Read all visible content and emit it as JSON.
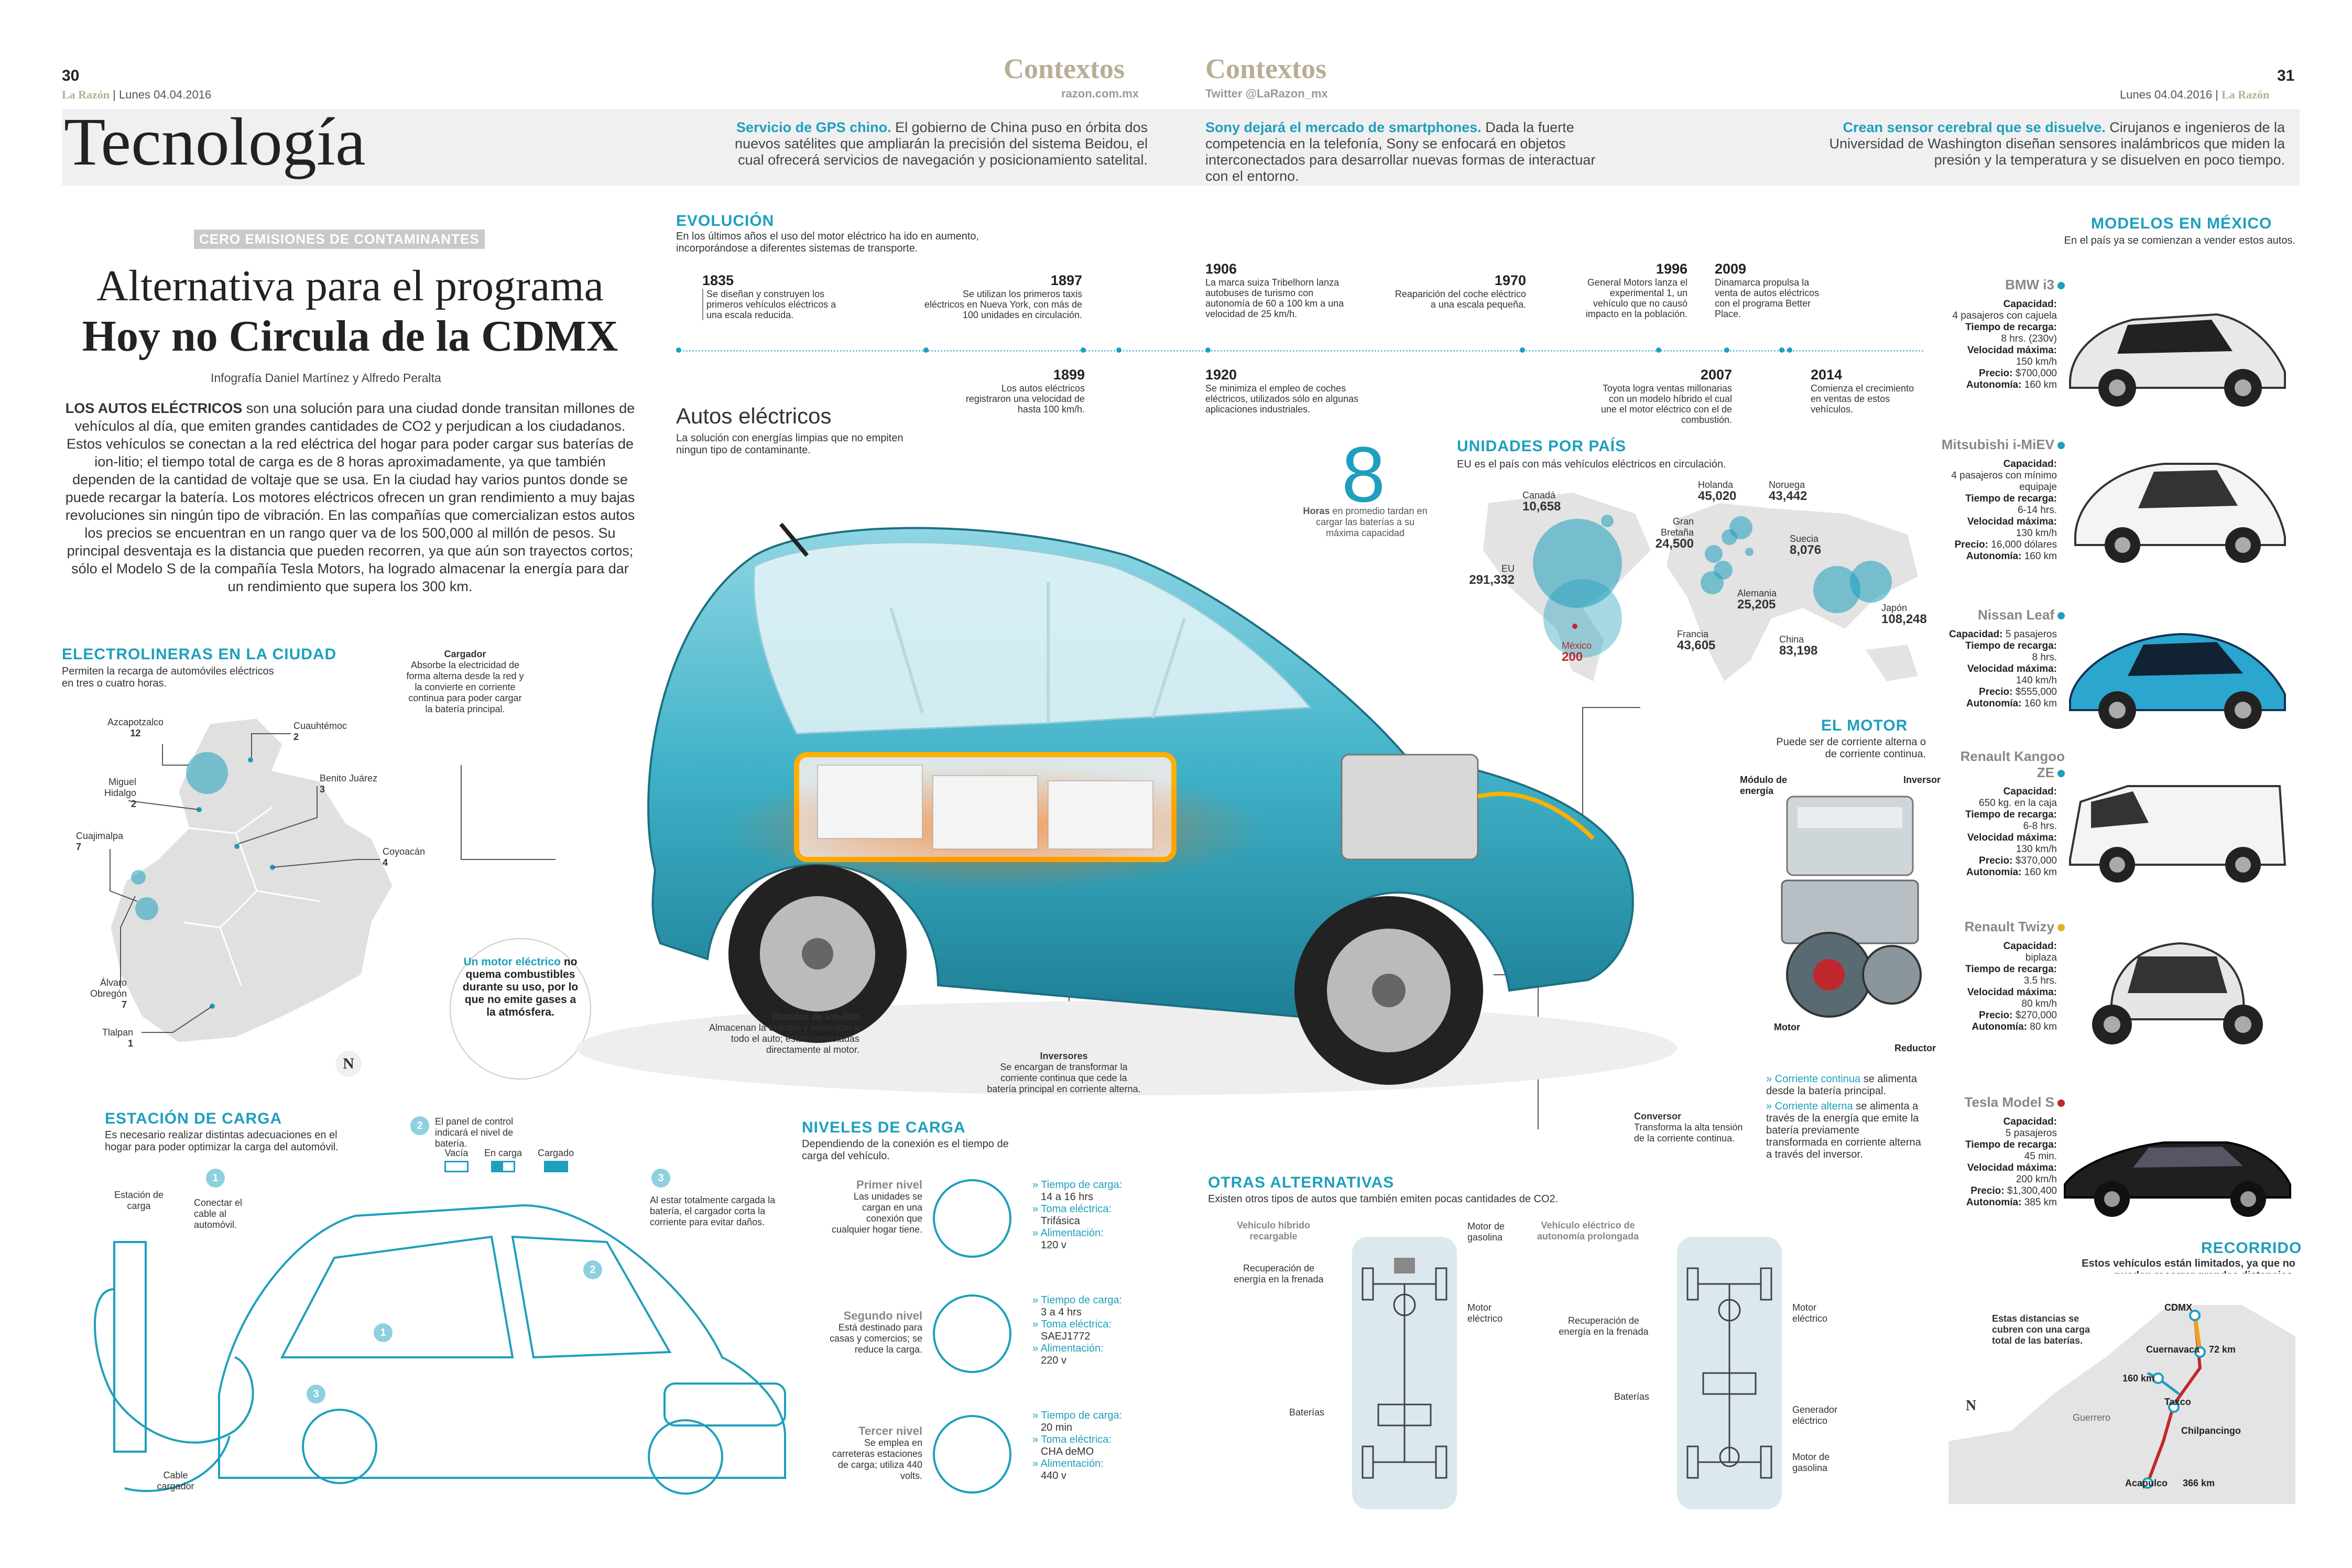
{
  "header": {
    "page_left": "30",
    "page_right": "31",
    "brand": "La Razón",
    "date": "Lunes 04.04.2016",
    "contextos": "Contextos",
    "site": "razon.com.mx",
    "twitter": "Twitter @LaRazon_mx",
    "section": "Tecnología",
    "news": [
      {
        "title": "Servicio de GPS chino.",
        "text": "El gobierno de China puso en órbita dos nuevos satélites que ampliarán la precisión del sistema Beidou, el cual ofrecerá servicios de navegación y posicionamiento satelital."
      },
      {
        "title": "Sony dejará el mercado de smartphones.",
        "text": "Dada la fuerte competencia en la telefonía, Sony se enfocará en objetos interconectados para desarrollar nuevas formas de interactuar con el entorno."
      },
      {
        "title": "Crean sensor cerebral que se disuelve.",
        "text": "Cirujanos e ingenieros de la Universidad de Washington diseñan sensores inalámbricos que miden la presión y la temperatura y se disuelven en poco tiempo."
      }
    ]
  },
  "article": {
    "kicker": "CERO EMISIONES DE CONTAMINANTES",
    "title_line1": "Alternativa para el programa",
    "title_line2": "Hoy no Circula de la CDMX",
    "credits": "Infografía Daniel Martínez y Alfredo Peralta",
    "lead": "LOS AUTOS ELÉCTRICOS",
    "body": "son una solución para una ciudad donde transitan millones de vehículos al día, que emiten grandes cantidades de CO2 y perjudican a los ciudadanos. Estos vehículos se conectan a la red eléctrica del hogar para poder cargar sus baterías de ion-litio; el tiempo total de carga es de 8 horas aproximadamente, ya que también dependen de la cantidad de voltaje que se usa. En la ciudad hay varios puntos donde se puede recargar la batería. Los motores eléctricos ofrecen un gran rendimiento a muy bajas revoluciones sin ningún tipo de vibración. En las compañías que comercializan estos autos los precios se encuentran en un rango quer va de los 500,000 al millón de pesos. Su principal desventaja es la distancia que pueden recorren, ya que aún son trayectos cortos; sólo el Modelo S de la compañía Tesla Motors, ha logrado almacenar la energía para dar un rendimiento que supera los 300 km."
  },
  "electrolineras": {
    "title": "ELECTROLINERAS EN LA CIUDAD",
    "subtitle": "Permiten la recarga de automóviles eléctricos en tres o cuatro horas.",
    "items": [
      {
        "name": "Azcapotzalco",
        "count": "12"
      },
      {
        "name": "Cuauhtémoc",
        "count": "2"
      },
      {
        "name": "Miguel Hidalgo",
        "count": "2"
      },
      {
        "name": "Benito Juárez",
        "count": "3"
      },
      {
        "name": "Cuajimalpa",
        "count": "7"
      },
      {
        "name": "Coyoacán",
        "count": "4"
      },
      {
        "name": "Álvaro Obregón",
        "count": "7"
      },
      {
        "name": "Tlalpan",
        "count": "1"
      }
    ],
    "north": "N"
  },
  "motor_callout": {
    "title": "Un motor eléctrico",
    "text": "no quema combustibles durante su uso, por lo que no emite gases a la atmósfera."
  },
  "cargador": {
    "title": "Cargador",
    "text": "Absorbe la electricidad de forma alterna desde la red y la convierte en corriente continua para poder cargar la batería principal."
  },
  "evolucion": {
    "title": "EVOLUCIÓN",
    "subtitle": "En los últimos años el uso del motor eléctrico ha ido en aumento, incorporándose a diferentes sistemas de transporte.",
    "top": [
      {
        "year": "1835",
        "text": "Se diseñan y construyen los primeros vehículos eléctricos a una escala reducida."
      },
      {
        "year": "1897",
        "text": "Se utilizan los primeros taxis eléctricos en Nueva York, con más de 100 unidades en circulación."
      },
      {
        "year": "1906",
        "text": "La marca suiza Tribelhorn lanza autobuses de turismo con autonomía de 60 a 100 km a una velocidad de 25 km/h."
      },
      {
        "year": "1970",
        "text": "Reaparición del coche eléctrico a una escala pequeña."
      },
      {
        "year": "1996",
        "text": "General Motors lanza el experimental 1, un vehículo que no causó impacto en la población."
      },
      {
        "year": "2009",
        "text": "Dinamarca propulsa la venta de autos eléctricos con el programa Better Place."
      }
    ],
    "bottom": [
      {
        "year": "1899",
        "text": "Los autos eléctricos registraron una velocidad de hasta 100 km/h."
      },
      {
        "year": "1920",
        "text": "Se minimiza el empleo de coches eléctricos, utilizados sólo en algunas aplicaciones industriales."
      },
      {
        "year": "2007",
        "text": "Toyota logra ventas millonarias con un modelo híbrido el cual une el motor eléctrico con el de combustión."
      },
      {
        "year": "2014",
        "text": "Comienza el crecimiento en ventas de estos vehículos."
      }
    ]
  },
  "autos": {
    "title": "Autos eléctricos",
    "text": "La solución con energías limpias que no empiten ningun tipo de contaminante."
  },
  "horas": {
    "value": "8",
    "label": "Horas",
    "text": "en promedio tardan en cargar las baterías a su máxima capacidad"
  },
  "unidades": {
    "title": "UNIDADES POR PAÍS",
    "subtitle": "EU es el país con más vehículos eléctricos en circulación.",
    "countries": [
      {
        "name": "Canadá",
        "value": "10,658"
      },
      {
        "name": "EU",
        "value": "291,332"
      },
      {
        "name": "México",
        "value": "200"
      },
      {
        "name": "Holanda",
        "value": "45,020"
      },
      {
        "name": "Noruega",
        "value": "43,442"
      },
      {
        "name": "Gran Bretaña",
        "value": "24,500"
      },
      {
        "name": "Suecia",
        "value": "8,076"
      },
      {
        "name": "Alemania",
        "value": "25,205"
      },
      {
        "name": "Francia",
        "value": "43,605"
      },
      {
        "name": "China",
        "value": "83,198"
      },
      {
        "name": "Japón",
        "value": "108,248"
      }
    ]
  },
  "el_motor": {
    "title": "EL MOTOR",
    "subtitle": "Puede ser de corriente alterna o de corriente continua.",
    "labels": {
      "modulo": "Módulo de energía",
      "inversor": "Inversor",
      "motor": "Motor",
      "reductor": "Reductor"
    },
    "cc_title": "» Corriente continua",
    "cc_text": "se alimenta desde la batería principal.",
    "ca_title": "» Corriente alterna",
    "ca_text": "se alimenta a través de la energía que emite la batería previamente transformada en corriente alterna a través del inversor."
  },
  "car_labels": {
    "baterias_title": "Baterías de ion-litio",
    "baterias_text": "Almacenan la energía y alimentan a todo el auto; están conectadas directamente al motor.",
    "inversores_title": "Inversores",
    "inversores_text": "Se encargan de transformar la corriente continua que cede la batería principal en corriente alterna.",
    "conversor_title": "Conversor",
    "conversor_text": "Transforma la alta tensión de la corriente continua."
  },
  "estacion": {
    "title": "ESTACIÓN DE CARGA",
    "subtitle": "Es necesario realizar distintas adecuaciones en el hogar para poder optimizar la carga del automóvil.",
    "step1": "Conectar el cable al automóvil.",
    "step2": "El panel de control indicará el nivel de batería.",
    "step3": "Al estar totalmente cargada la batería, el cargador corta la corriente para evitar daños.",
    "estacion_label": "Estación de carga",
    "cable_label": "Cable cargador",
    "states": [
      "Vacía",
      "En carga",
      "Cargado"
    ],
    "nums": [
      "1",
      "2",
      "3"
    ]
  },
  "niveles": {
    "title": "NIVELES DE CARGA",
    "subtitle": "Dependiendo de la conexión es el tiempo de carga del vehículo.",
    "levels": [
      {
        "name": "Primer nivel",
        "desc": "Las unidades se cargan en una conexión que cualquier hogar tiene.",
        "k1": "» Tiempo de carga:",
        "v1": "14 a 16 hrs",
        "k2": "» Toma eléctrica:",
        "v2": "Trifásica",
        "k3": "» Alimentación:",
        "v3": "120 v"
      },
      {
        "name": "Segundo nivel",
        "desc": "Está destinado para casas y comercios; se reduce la carga.",
        "k1": "» Tiempo de carga:",
        "v1": "3 a 4 hrs",
        "k2": "» Toma eléctrica:",
        "v2": "SAEJ1772",
        "k3": "» Alimentación:",
        "v3": "220 v"
      },
      {
        "name": "Tercer nivel",
        "desc": "Se emplea en carreteras estaciones de carga; utiliza 440 volts.",
        "k1": "» Tiempo de carga:",
        "v1": "20 min",
        "k2": "» Toma eléctrica:",
        "v2": "CHA deMO",
        "k3": "» Alimentación:",
        "v3": "440 v"
      }
    ]
  },
  "otras": {
    "title": "OTRAS ALTERNATIVAS",
    "subtitle": "Existen otros tipos de autos que también emiten pocas cantidades de CO2.",
    "hibrido": {
      "title": "Vehículo híbrido recargable",
      "motor_gas": "Motor de gasolina",
      "recuperacion": "Recuperación de energía en la frenada",
      "motor_el": "Motor eléctrico",
      "baterias": "Baterías"
    },
    "extendido": {
      "title": "Vehículo eléctrico de autonomía prolongada",
      "recuperacion": "Recuperación de energía en la frenada",
      "motor_el": "Motor eléctrico",
      "baterias": "Baterías",
      "generador": "Generador eléctrico",
      "motor_gas": "Motor de gasolina"
    }
  },
  "modelos": {
    "title": "MODELOS EN MÉXICO",
    "subtitle": "En el país ya se comienzan a vender estos autos.",
    "items": [
      {
        "name": "BMW i3",
        "dot": "#1e9fbd",
        "specs": [
          [
            "Capacidad:",
            "4 pasajeros con cajuela"
          ],
          [
            "Tiempo de recarga:",
            "8 hrs. (230v)"
          ],
          [
            "Velocidad máxima:",
            "150 km/h"
          ],
          [
            "Precio:",
            "$700,000"
          ],
          [
            "Autonomía:",
            "160 km"
          ]
        ]
      },
      {
        "name": "Mitsubishi i-MiEV",
        "dot": "#1e9fbd",
        "specs": [
          [
            "Capacidad:",
            "4 pasajeros con mínimo equipaje"
          ],
          [
            "Tiempo de recarga:",
            "6-14 hrs."
          ],
          [
            "Velocidad máxima:",
            "130 km/h"
          ],
          [
            "Precio:",
            "16,000 dólares"
          ],
          [
            "Autonomía:",
            "160 km"
          ]
        ]
      },
      {
        "name": "Nissan Leaf",
        "dot": "#1e9fbd",
        "specs": [
          [
            "Capacidad:",
            "5 pasajeros"
          ],
          [
            "Tiempo de recarga:",
            "8 hrs."
          ],
          [
            "Velocidad máxima:",
            "140 km/h"
          ],
          [
            "Precio:",
            "$555,000"
          ],
          [
            "Autonomía:",
            "160 km"
          ]
        ]
      },
      {
        "name": "Renault Kangoo ZE",
        "dot": "#1e9fbd",
        "specs": [
          [
            "Capacidad:",
            "650 kg. en la caja"
          ],
          [
            "Tiempo de recarga:",
            "6-8 hrs."
          ],
          [
            "Velocidad máxima:",
            "130 km/h"
          ],
          [
            "Precio:",
            "$370,000"
          ],
          [
            "Autonomía:",
            "160 km"
          ]
        ]
      },
      {
        "name": "Renault Twizy",
        "dot": "#e0b020",
        "specs": [
          [
            "Capacidad:",
            "biplaza"
          ],
          [
            "Tiempo de recarga:",
            "3.5 hrs."
          ],
          [
            "Velocidad máxima:",
            "80 km/h"
          ],
          [
            "Precio:",
            "$270,000"
          ],
          [
            "Autonomía:",
            "80 km"
          ]
        ]
      },
      {
        "name": "Tesla Model S",
        "dot": "#c0282d",
        "specs": [
          [
            "Capacidad:",
            "5 pasajeros"
          ],
          [
            "Tiempo de recarga:",
            "45 min."
          ],
          [
            "Velocidad máxima:",
            "200 km/h"
          ],
          [
            "Precio:",
            "$1,300,400"
          ],
          [
            "Autonomía:",
            "385 km"
          ]
        ]
      }
    ]
  },
  "recorrido": {
    "title": "RECORRIDO",
    "subtitle": "Estos vehículos están limitados, ya que no pueden recorrer grandes distancias.",
    "note": "Estas distancias se cubren con una carga total de las baterías.",
    "places": [
      "CDMX",
      "Cuernavaca",
      "72 km",
      "160 km",
      "Taxco",
      "Guerrero",
      "Chilpancingo",
      "Acapulco",
      "366 km"
    ],
    "north": "N"
  },
  "colors": {
    "accent": "#1e9fbd",
    "mexico": "#c0282d",
    "band": "#f0f0f0"
  }
}
